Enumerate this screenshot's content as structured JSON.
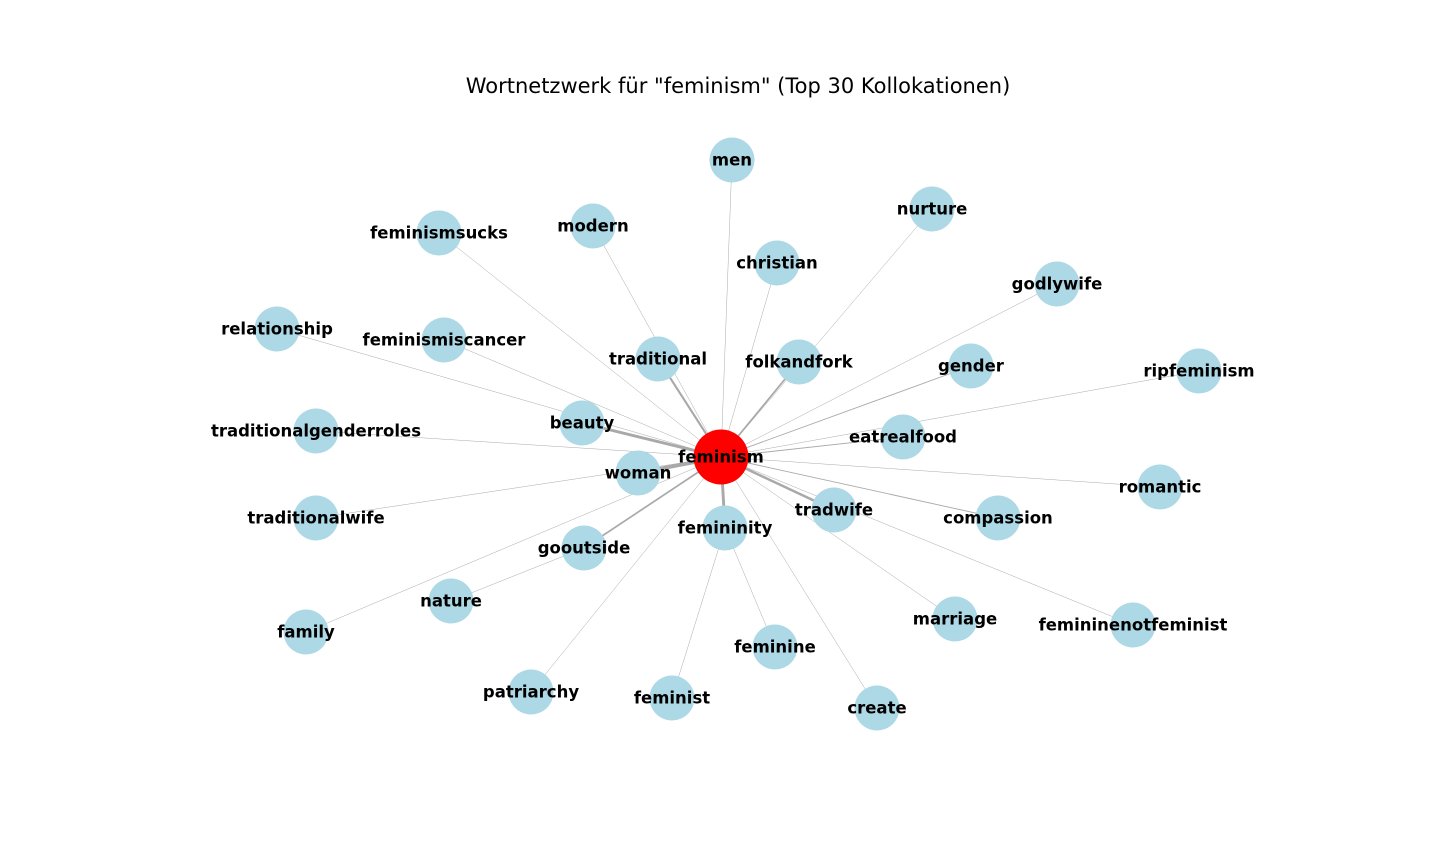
{
  "title": "Wortnetzwerk für \"feminism\" (Top 30 Kollokationen)",
  "colors": {
    "center_node": "#ff0000",
    "node": "#add8e6",
    "edge": "#a9a9a9",
    "label": "#000000"
  },
  "center": {
    "id": "feminism",
    "label": "feminism"
  },
  "nodes": [
    {
      "id": "men",
      "label": "men",
      "edge_strength": 1
    },
    {
      "id": "modern",
      "label": "modern",
      "edge_strength": 1
    },
    {
      "id": "feminismsucks",
      "label": "feminismsucks",
      "edge_strength": 1
    },
    {
      "id": "nurture",
      "label": "nurture",
      "edge_strength": 1
    },
    {
      "id": "christian",
      "label": "christian",
      "edge_strength": 1
    },
    {
      "id": "godlywife",
      "label": "godlywife",
      "edge_strength": 1
    },
    {
      "id": "relationship",
      "label": "relationship",
      "edge_strength": 1
    },
    {
      "id": "feminismiscancer",
      "label": "feminismiscancer",
      "edge_strength": 1
    },
    {
      "id": "traditional",
      "label": "traditional",
      "edge_strength": 3
    },
    {
      "id": "folkandfork",
      "label": "folkandfork",
      "edge_strength": 2.5
    },
    {
      "id": "gender",
      "label": "gender",
      "edge_strength": 1.5
    },
    {
      "id": "ripfeminism",
      "label": "ripfeminism",
      "edge_strength": 1
    },
    {
      "id": "beauty",
      "label": "beauty",
      "edge_strength": 4
    },
    {
      "id": "traditionalgenderroles",
      "label": "traditionalgenderroles",
      "edge_strength": 1
    },
    {
      "id": "eatrealfood",
      "label": "eatrealfood",
      "edge_strength": 1.5
    },
    {
      "id": "woman",
      "label": "woman",
      "edge_strength": 5
    },
    {
      "id": "romantic",
      "label": "romantic",
      "edge_strength": 1
    },
    {
      "id": "traditionalwife",
      "label": "traditionalwife",
      "edge_strength": 1
    },
    {
      "id": "tradwife",
      "label": "tradwife",
      "edge_strength": 3.5
    },
    {
      "id": "compassion",
      "label": "compassion",
      "edge_strength": 1.5
    },
    {
      "id": "femininity",
      "label": "femininity",
      "edge_strength": 4
    },
    {
      "id": "gooutside",
      "label": "gooutside",
      "edge_strength": 2.5
    },
    {
      "id": "nature",
      "label": "nature",
      "edge_strength": 1
    },
    {
      "id": "family",
      "label": "family",
      "edge_strength": 1
    },
    {
      "id": "marriage",
      "label": "marriage",
      "edge_strength": 1
    },
    {
      "id": "femininenotfeminist",
      "label": "femininenotfeminist",
      "edge_strength": 1
    },
    {
      "id": "feminine",
      "label": "feminine",
      "edge_strength": 1
    },
    {
      "id": "patriarchy",
      "label": "patriarchy",
      "edge_strength": 1
    },
    {
      "id": "feminist",
      "label": "feminist",
      "edge_strength": 1
    },
    {
      "id": "create",
      "label": "create",
      "edge_strength": 1
    }
  ],
  "edges": [
    {
      "source": "feminism",
      "target": "men"
    },
    {
      "source": "feminism",
      "target": "modern"
    },
    {
      "source": "feminism",
      "target": "feminismsucks"
    },
    {
      "source": "feminism",
      "target": "nurture"
    },
    {
      "source": "feminism",
      "target": "christian"
    },
    {
      "source": "feminism",
      "target": "godlywife"
    },
    {
      "source": "feminism",
      "target": "relationship"
    },
    {
      "source": "feminism",
      "target": "feminismiscancer"
    },
    {
      "source": "feminism",
      "target": "traditional"
    },
    {
      "source": "feminism",
      "target": "folkandfork"
    },
    {
      "source": "feminism",
      "target": "gender"
    },
    {
      "source": "feminism",
      "target": "ripfeminism"
    },
    {
      "source": "feminism",
      "target": "beauty"
    },
    {
      "source": "feminism",
      "target": "traditionalgenderroles"
    },
    {
      "source": "feminism",
      "target": "eatrealfood"
    },
    {
      "source": "feminism",
      "target": "woman"
    },
    {
      "source": "feminism",
      "target": "romantic"
    },
    {
      "source": "feminism",
      "target": "traditionalwife"
    },
    {
      "source": "feminism",
      "target": "tradwife"
    },
    {
      "source": "feminism",
      "target": "compassion"
    },
    {
      "source": "feminism",
      "target": "femininity"
    },
    {
      "source": "feminism",
      "target": "gooutside"
    },
    {
      "source": "gooutside",
      "target": "nature"
    },
    {
      "source": "feminism",
      "target": "family"
    },
    {
      "source": "feminism",
      "target": "marriage"
    },
    {
      "source": "feminism",
      "target": "femininenotfeminist"
    },
    {
      "source": "femininity",
      "target": "feminine"
    },
    {
      "source": "feminism",
      "target": "patriarchy"
    },
    {
      "source": "femininity",
      "target": "feminist"
    },
    {
      "source": "feminism",
      "target": "create"
    }
  ]
}
